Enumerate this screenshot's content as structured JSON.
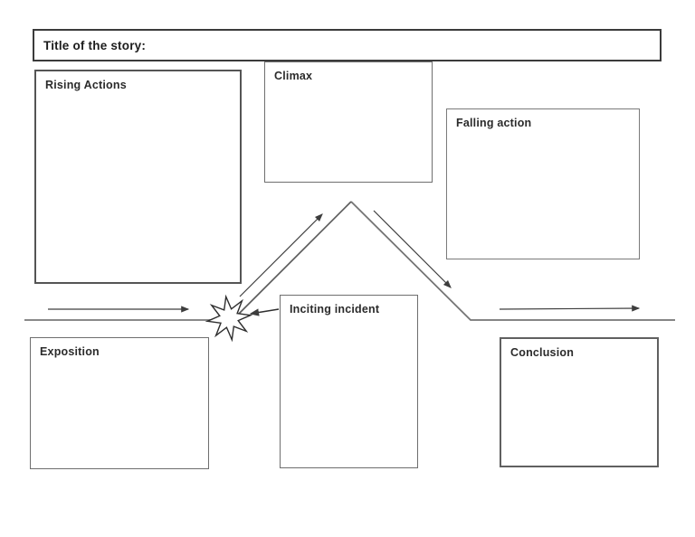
{
  "page": {
    "background_color": "#ffffff",
    "type": "story plot diagram worksheet"
  },
  "title_box": {
    "label": "Title of the story:"
  },
  "boxes": {
    "rising": {
      "label": "Rising Actions"
    },
    "climax": {
      "label": "Climax"
    },
    "falling": {
      "label": "Falling action"
    },
    "exposition": {
      "label": "Exposition"
    },
    "inciting": {
      "label": "Inciting incident"
    },
    "conclusion": {
      "label": "Conclusion"
    }
  },
  "diagram": {
    "icons": [
      "starburst-icon",
      "right-arrow-icon"
    ],
    "colors": {
      "box_border": "#555555",
      "plot_line": "#595959",
      "baseline": "#8a8a8a",
      "arrow": "#3d3d3d",
      "label_text": "#2b2b2b"
    }
  }
}
